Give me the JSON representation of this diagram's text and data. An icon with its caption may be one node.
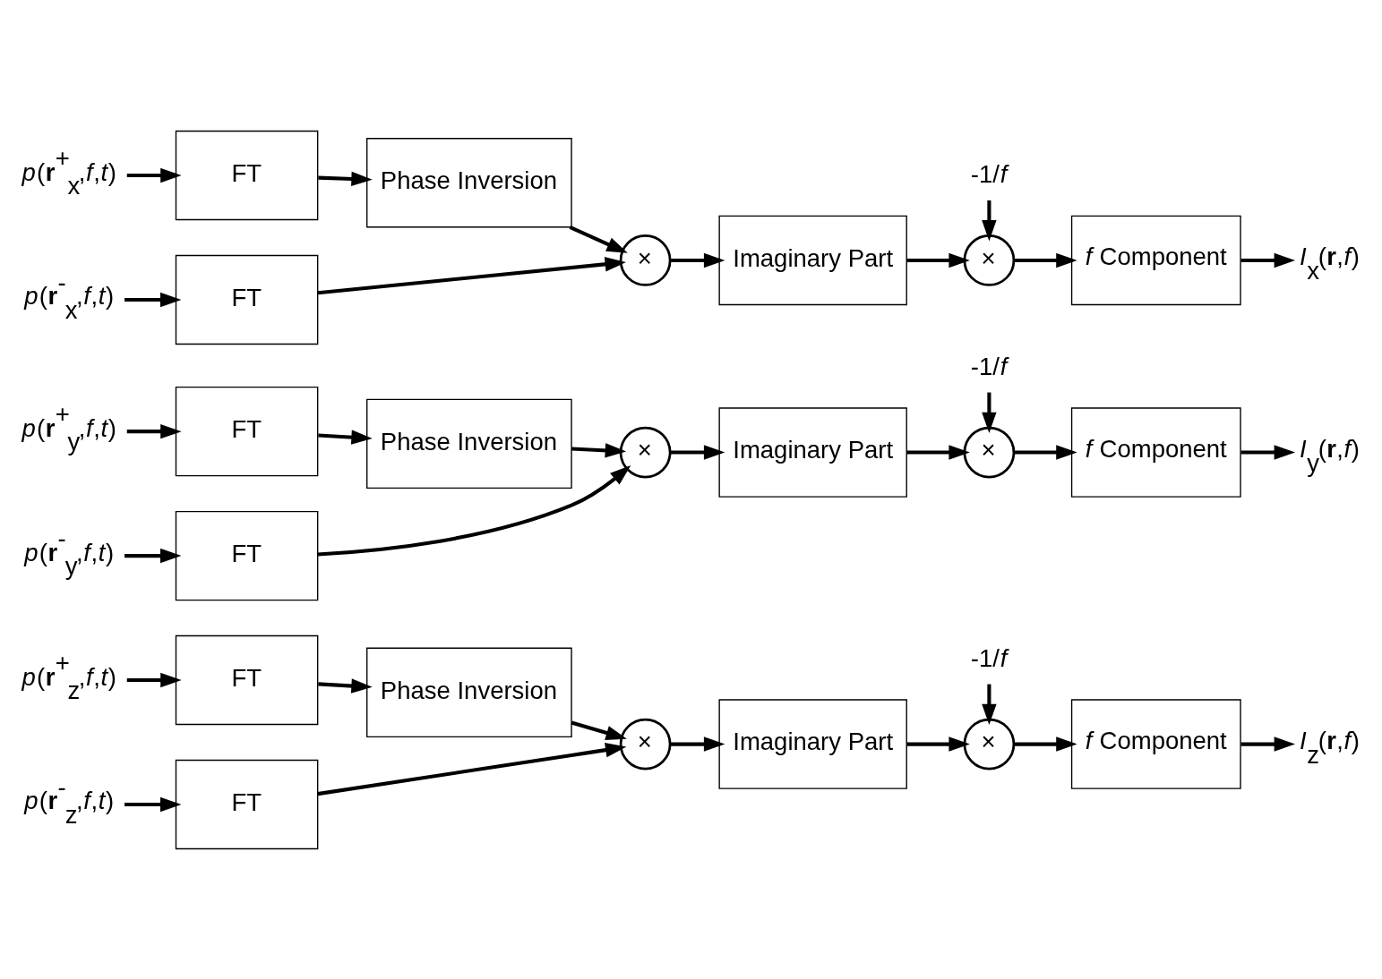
{
  "diagram": {
    "nodes": [
      {
        "text": [
          "*p*(**r**$^{+}$$_{x}$,*f*,*t*)"
        ]
      },
      {
        "text": [
          "FT"
        ]
      },
      {
        "text": [
          "Phase Inversion"
        ]
      },
      {
        "text": [
          "*p*(**r**$^{-}$$_{x}$,*f*,*t*)"
        ]
      },
      {
        "text": [
          "FT"
        ]
      },
      {
        "text": [
          "×"
        ]
      },
      {
        "text": [
          "Imaginary Part"
        ]
      },
      {
        "text": [
          "-1/*f*"
        ]
      },
      {
        "text": [
          "×"
        ]
      },
      {
        "text": [
          "*f* Component"
        ]
      },
      {
        "text": [
          "*I*$_{x}$(**r**,*f*)"
        ]
      },
      {
        "text": [
          "*p*(**r**$^{+}$$_{y}$,*f*,*t*)"
        ]
      },
      {
        "text": [
          "FT"
        ]
      },
      {
        "text": [
          "Phase Inversion"
        ]
      },
      {
        "text": [
          "*p*(**r**$^{-}$$_{y}$,*f*,*t*)"
        ]
      },
      {
        "text": [
          "FT"
        ]
      },
      {
        "text": [
          "×"
        ]
      },
      {
        "text": [
          "Imaginary Part"
        ]
      },
      {
        "text": [
          "-1/*f*"
        ]
      },
      {
        "text": [
          "×"
        ]
      },
      {
        "text": [
          "*f* Component"
        ]
      },
      {
        "text": [
          "*I*$_{y}$(**r**,*f*)"
        ]
      },
      {
        "text": [
          "*p*(**r**$^{+}$$_{z}$,*f*,*t*)"
        ]
      },
      {
        "text": [
          "FT"
        ]
      },
      {
        "text": [
          "Phase Inversion"
        ]
      },
      {
        "text": [
          "*p*(**r**$^{-}$$_{z}$,*f*,*t*)"
        ]
      },
      {
        "text": [
          "FT"
        ]
      },
      {
        "text": [
          "×"
        ]
      },
      {
        "text": [
          "Imaginary Part"
        ]
      },
      {
        "text": [
          "-1/*f*"
        ]
      },
      {
        "text": [
          "×"
        ]
      },
      {
        "text": [
          "*f* Component"
        ]
      },
      {
        "text": [
          "*I*$_{z}$(**r**,*f*)"
        ]
      }
    ],
    "edges": [
      {
        "from": 0,
        "to": 1,
        "arrow": "to"
      },
      {
        "from": 1,
        "to": 2,
        "arrow": "to"
      },
      {
        "from": 2,
        "to": 5,
        "arrow": "to"
      },
      {
        "from": 3,
        "to": 4,
        "arrow": "to"
      },
      {
        "from": 4,
        "to": 5,
        "arrow": "to"
      },
      {
        "from": 5,
        "to": 6,
        "arrow": "to"
      },
      {
        "from": 6,
        "to": 8,
        "arrow": "to"
      },
      {
        "from": 7,
        "to": 8,
        "arrow": "to"
      },
      {
        "from": 8,
        "to": 9,
        "arrow": "to"
      },
      {
        "from": 9,
        "to": 10,
        "arrow": "to"
      },
      {
        "from": 11,
        "to": 12,
        "arrow": "to"
      },
      {
        "from": 12,
        "to": 13,
        "arrow": "to"
      },
      {
        "from": 13,
        "to": 16,
        "arrow": "to"
      },
      {
        "from": 14,
        "to": 15,
        "arrow": "to"
      },
      {
        "from": 15,
        "to": 16,
        "arrow": "to"
      },
      {
        "from": 16,
        "to": 17,
        "arrow": "to"
      },
      {
        "from": 17,
        "to": 19,
        "arrow": "to"
      },
      {
        "from": 18,
        "to": 19,
        "arrow": "to"
      },
      {
        "from": 19,
        "to": 20,
        "arrow": "to"
      },
      {
        "from": 20,
        "to": 21,
        "arrow": "to"
      },
      {
        "from": 22,
        "to": 23,
        "arrow": "to"
      },
      {
        "from": 23,
        "to": 24,
        "arrow": "to"
      },
      {
        "from": 24,
        "to": 27,
        "arrow": "to"
      },
      {
        "from": 25,
        "to": 26,
        "arrow": "to"
      },
      {
        "from": 26,
        "to": 27,
        "arrow": "to"
      },
      {
        "from": 27,
        "to": 28,
        "arrow": "to"
      },
      {
        "from": 28,
        "to": 30,
        "arrow": "to"
      },
      {
        "from": 29,
        "to": 30,
        "arrow": "to"
      },
      {
        "from": 30,
        "to": 31,
        "arrow": "to"
      },
      {
        "from": 31,
        "to": 32,
        "arrow": "to"
      }
    ]
  }
}
